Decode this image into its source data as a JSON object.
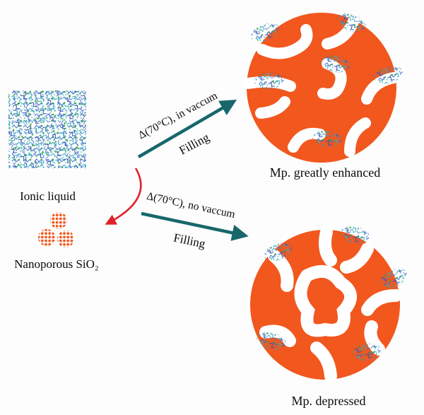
{
  "figure": {
    "reactants": {
      "ionic_liquid_label": "Ionic liquid",
      "silica_label": "Nanoporous SiO₂"
    },
    "pathways": {
      "top": {
        "condition": "Δ(70°C), in vaccum",
        "action": "Filling",
        "result": "Mp. greatly enhanced"
      },
      "bottom": {
        "condition": "Δ(70°C), no vaccum",
        "action": "Filling",
        "result": "Mp. depressed"
      }
    },
    "colors": {
      "silica_orange": "#F2571E",
      "arrow_teal": "#17676B",
      "arrow_red": "#E0212B",
      "molecule_blue": "#3A64C8",
      "molecule_teal": "#2FA0B8",
      "molecule_green": "#2E9E3C"
    }
  }
}
